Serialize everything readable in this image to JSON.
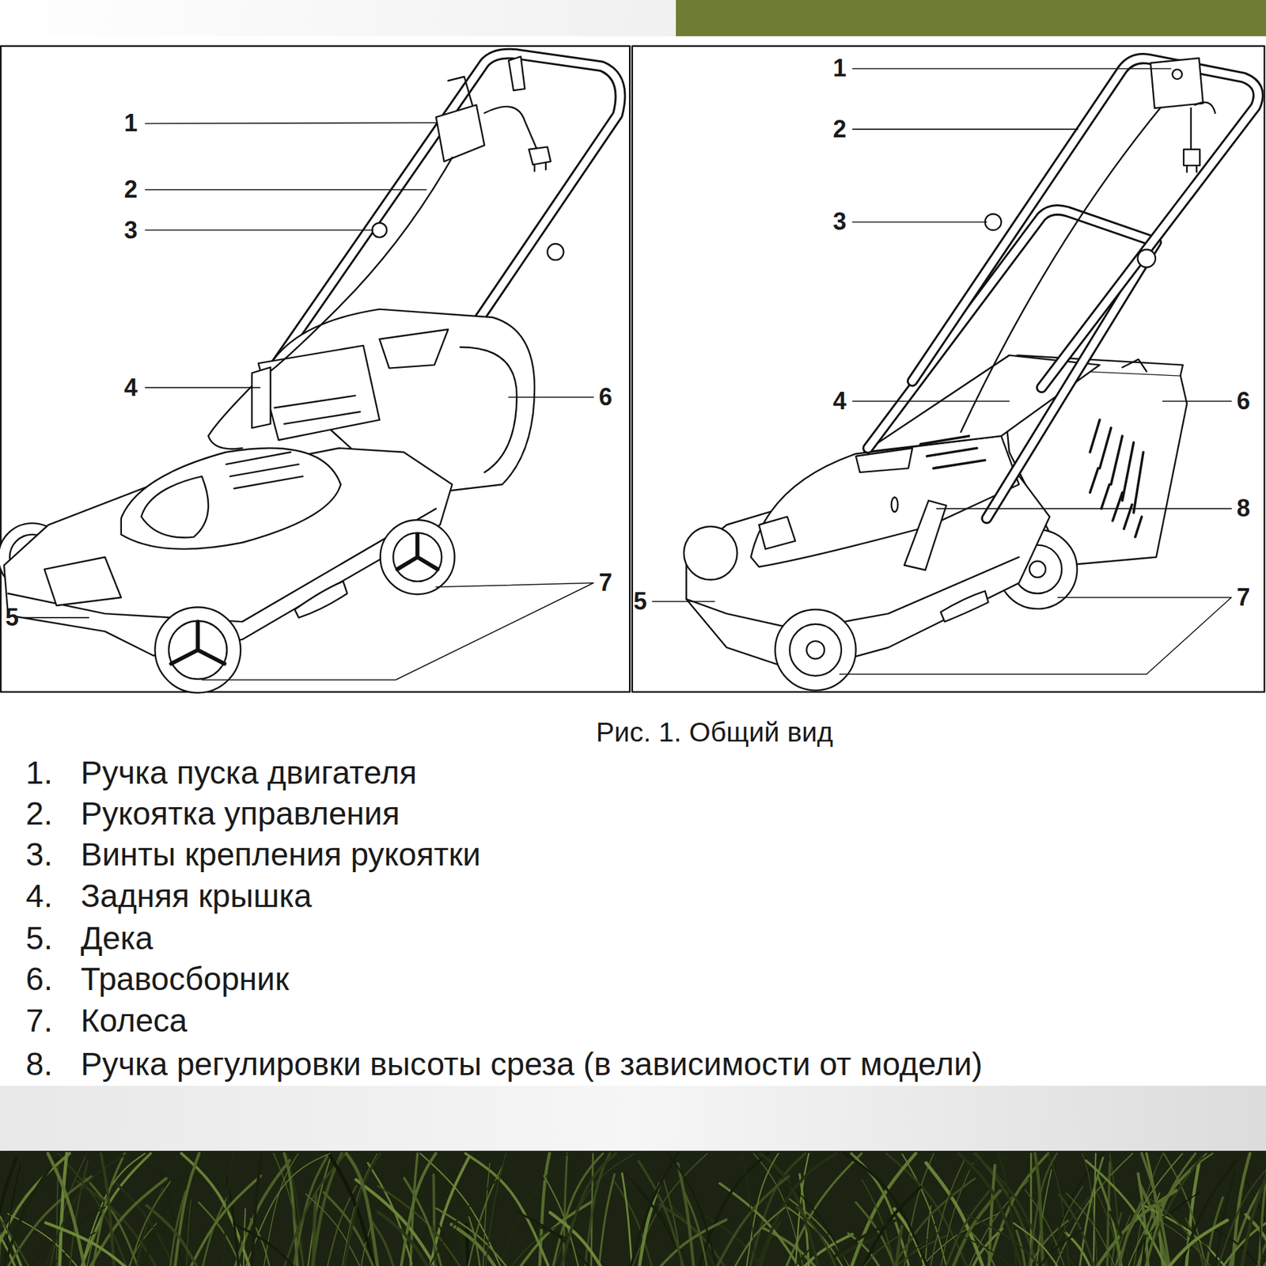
{
  "diagram": {
    "caption": "Рис. 1. Общий вид",
    "labels": [
      "1",
      "2",
      "3",
      "4",
      "6",
      "5",
      "7",
      "1",
      "2",
      "3",
      "4",
      "6",
      "8",
      "5",
      "7",
      "1.",
      "Ручка пуска двигателя",
      "2.",
      "Рукоятка управления",
      "3.",
      "Винты крепления рукоятки",
      "4.",
      "Задняя крышка",
      "5.",
      "Дека",
      "6.",
      "Травосборник",
      "7.",
      "Колеса",
      "8.",
      "Ручка регулировки высоты среза (в зависимости от модели)"
    ]
  }
}
